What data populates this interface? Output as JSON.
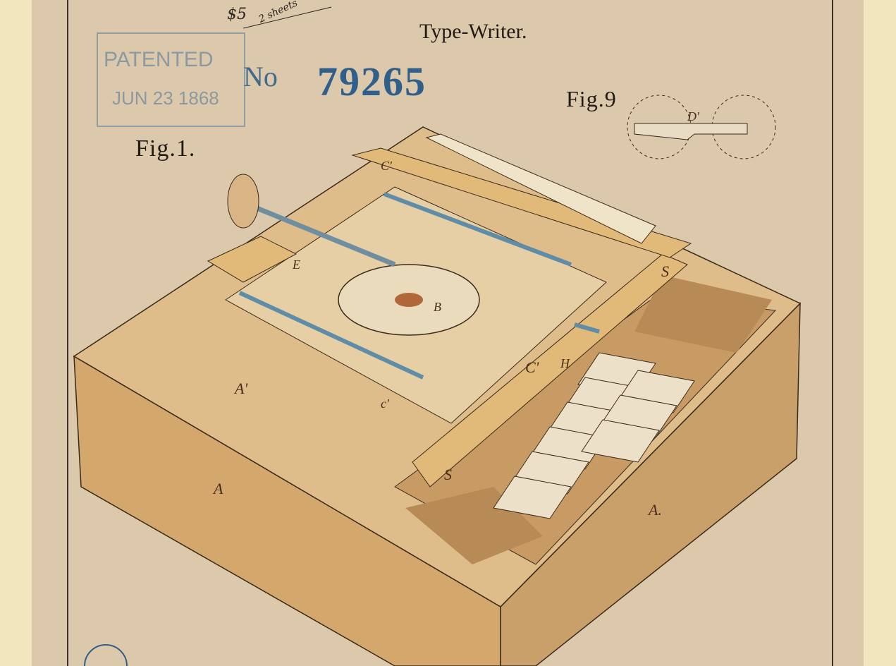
{
  "title": "Type-Writer.",
  "stamp": {
    "line1": "PATENTED",
    "line2": "JUN 23 1868"
  },
  "patent": {
    "prefix": "No",
    "number": "79265"
  },
  "handwritten": {
    "fee": "$5",
    "sheets": "2 sheets"
  },
  "figures": {
    "fig1": "Fig.1.",
    "fig9": "Fig.9"
  },
  "labels": {
    "a_prime": "A'",
    "a_left": "A",
    "a_right": "A.",
    "c_prime": "C'",
    "c_top": "C'",
    "h": "H",
    "s_front": "S",
    "s_right": "S",
    "b": "B",
    "e": "E",
    "d_prime": "D'",
    "c_lower": "c'"
  },
  "colors": {
    "paper": "#dcc8aa",
    "border": "#f1e6bd",
    "wood": "#d9b077",
    "ink_blue": "#2f5f8a",
    "steel": "#7fa5b8"
  }
}
